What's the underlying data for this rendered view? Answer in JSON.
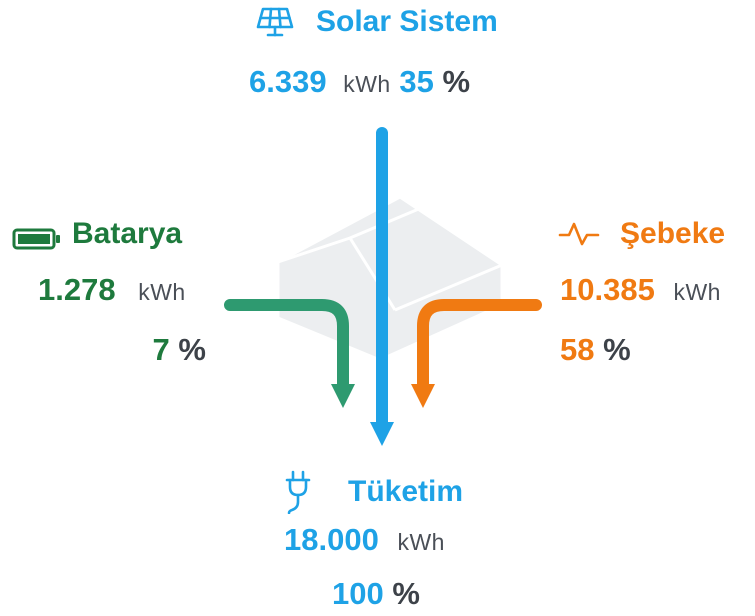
{
  "colors": {
    "solar": "#1ea2e6",
    "battery": "#1e7a3d",
    "grid": "#f07a12",
    "battery_arrow": "#2e9a70",
    "consumption": "#1ea2e6",
    "text_dark": "#3d4249",
    "house": "#eceef0"
  },
  "solar": {
    "title": "Solar Sistem",
    "value": "6.339",
    "unit": "kWh",
    "percent": "35",
    "percent_sign": "%",
    "icon": "solar-panel-icon"
  },
  "battery": {
    "title": "Batarya",
    "value": "1.278",
    "unit": "kWh",
    "percent": "7",
    "percent_sign": "%",
    "icon": "battery-icon"
  },
  "grid": {
    "title": "Şebeke",
    "value": "10.385",
    "unit": "kWh",
    "percent": "58",
    "percent_sign": "%",
    "icon": "pulse-icon"
  },
  "consumption": {
    "title": "Tüketim",
    "value": "18.000",
    "unit": "kWh",
    "percent": "100",
    "percent_sign": "%",
    "icon": "plug-icon"
  }
}
